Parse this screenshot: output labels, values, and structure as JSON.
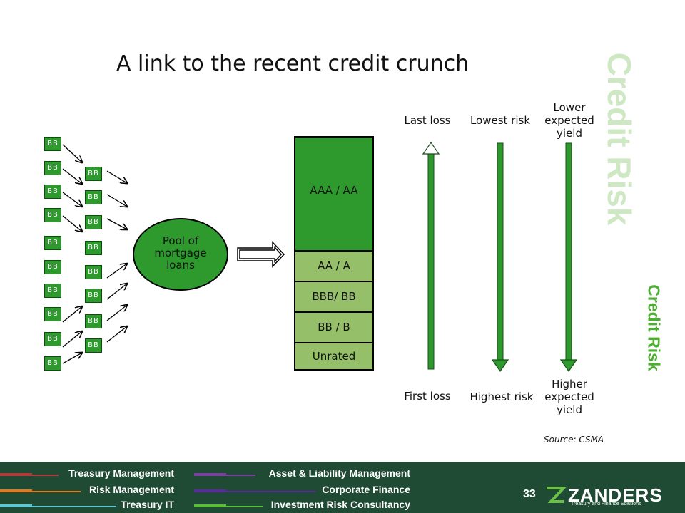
{
  "title": "A link to the recent credit crunch",
  "side_label_large": "Credit Risk",
  "side_label_small": "Credit Risk",
  "loan_label": "BB",
  "pool_label": "Pool of\nmortgage\nloans",
  "tranches": [
    "AAA / AA",
    "AA / A",
    "BBB/ BB",
    "BB / B",
    "Unrated"
  ],
  "axis_labels": {
    "last_loss": "Last loss",
    "first_loss": "First loss",
    "lowest_risk": "Lowest risk",
    "highest_risk": "Highest risk",
    "lower_yield": "Lower\nexpected\nyield",
    "higher_yield": "Higher\nexpected\nyield"
  },
  "source": "Source: CSMA",
  "footer": {
    "left_items": [
      "Treasury Management",
      "Risk Management",
      "Treasury IT"
    ],
    "right_items": [
      "Asset & Liability Management",
      "Corporate Finance",
      "Investment Risk Consultancy"
    ],
    "page_number": "33",
    "logo": "ZANDERS",
    "logo_tagline": "Treasury and Finance Solutions"
  },
  "colors": {
    "dark_green": "#2e9a2e",
    "light_green": "#96bf6a",
    "footer_bg": "#1f4a33",
    "credit_risk_pale": "#cfe8c4",
    "credit_risk_bright": "#4caf32",
    "footer_red": "#b23a3a",
    "footer_orange": "#e07b22",
    "footer_cyan": "#5fc6d4",
    "footer_purple": "#7b3fa0",
    "footer_violet": "#5a2a9a",
    "footer_green": "#5bbd3a"
  }
}
